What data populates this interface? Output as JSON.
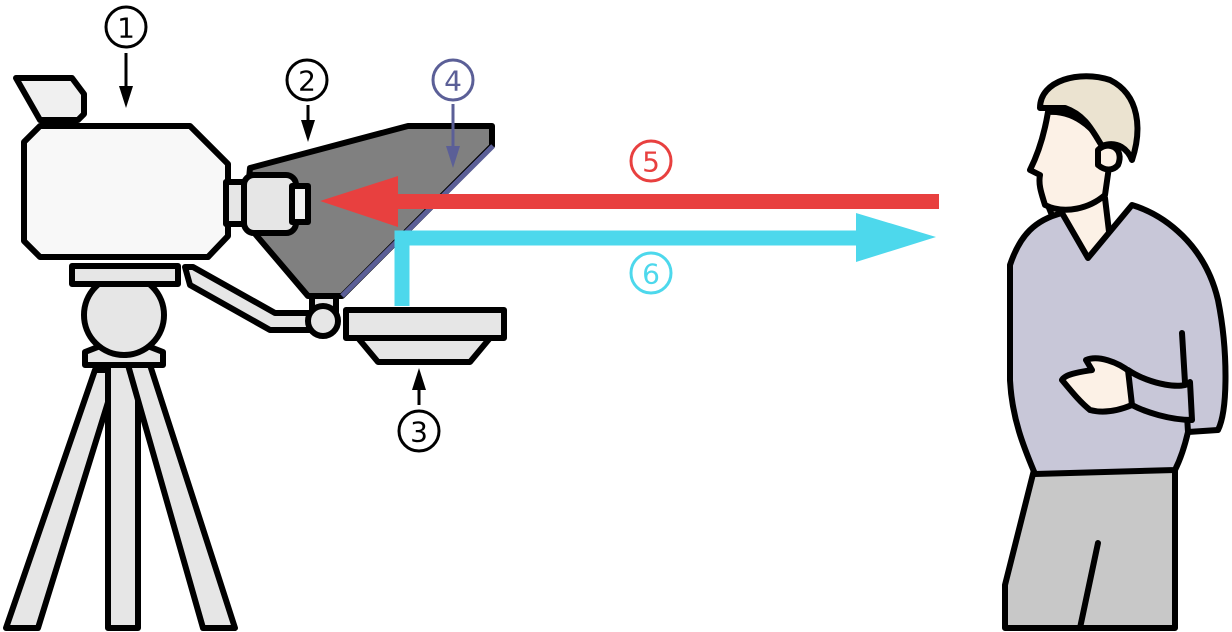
{
  "callouts": [
    {
      "id": "1",
      "label": "1",
      "color": "#000000"
    },
    {
      "id": "2",
      "label": "2",
      "color": "#000000"
    },
    {
      "id": "3",
      "label": "3",
      "color": "#000000"
    },
    {
      "id": "4",
      "label": "4",
      "color": "#5b5f97"
    },
    {
      "id": "5",
      "label": "5",
      "color": "#e8403f"
    },
    {
      "id": "6",
      "label": "6",
      "color": "#4dd8ec"
    }
  ],
  "colors": {
    "camera_body": "#f8f8f8",
    "hood": "#808080",
    "mirror": "#5b5f97",
    "tripod": "#e6e6e6",
    "monitor": "#e6e6e6",
    "arrow_in": "#e8403f",
    "arrow_out": "#4dd8ec",
    "hair": "#ebe3d0",
    "skin": "#fcf1e6",
    "sweater": "#c8c7d8",
    "trousers": "#c8c8c8",
    "outline": "#000000"
  }
}
